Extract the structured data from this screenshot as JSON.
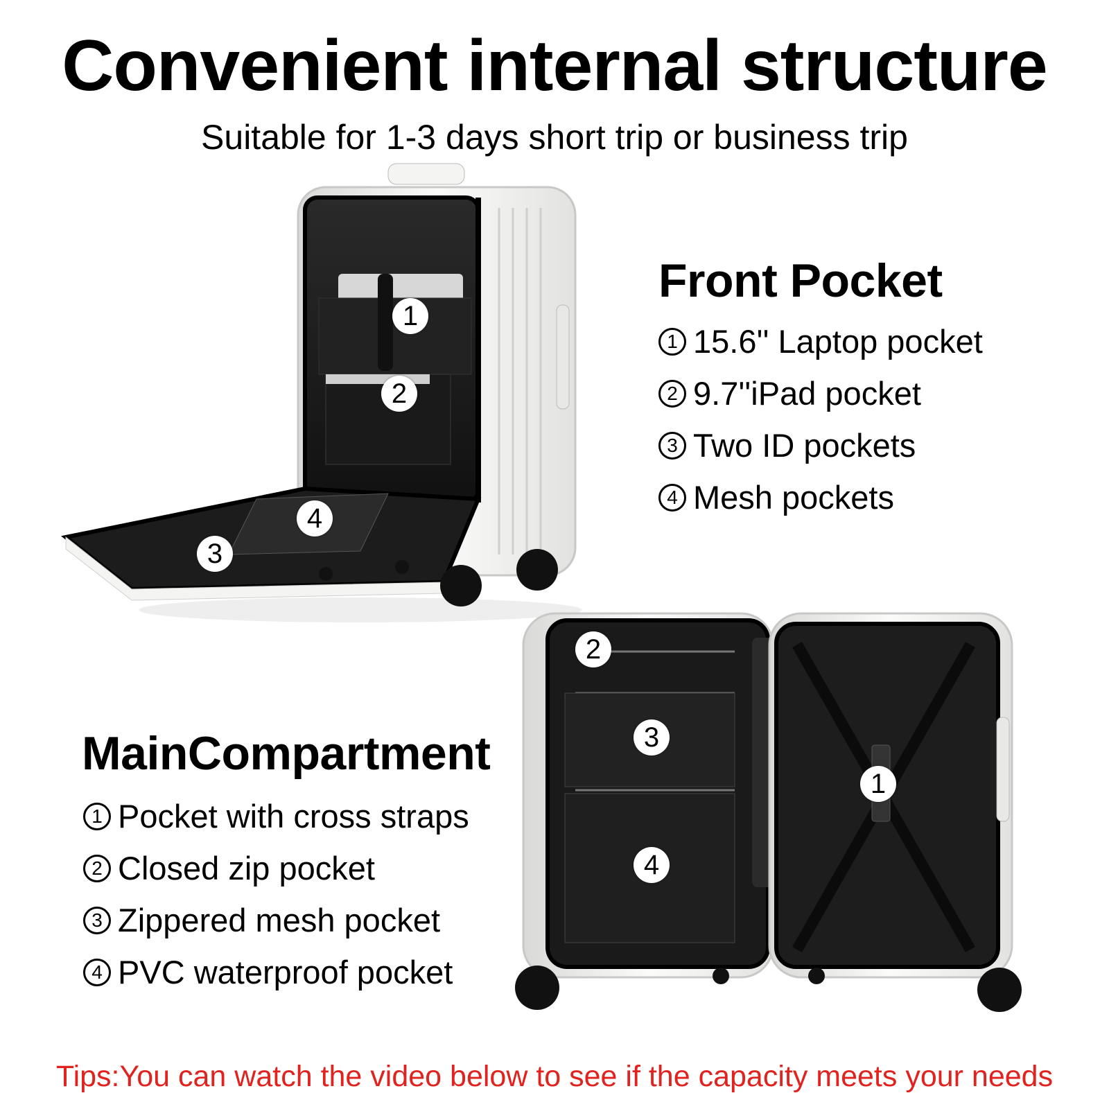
{
  "title": "Convenient internal structure",
  "subtitle": "Suitable for 1-3 days short trip or business trip",
  "front_pocket": {
    "heading": "Front Pocket",
    "items": [
      {
        "num": "1",
        "label": "15.6'' Laptop pocket"
      },
      {
        "num": "2",
        "label": "9.7''iPad pocket"
      },
      {
        "num": "3",
        "label": "Two ID pockets"
      },
      {
        "num": "4",
        "label": "Mesh pockets"
      }
    ]
  },
  "main_compartment": {
    "heading": "MainCompartment",
    "items": [
      {
        "num": "1",
        "label": "Pocket with cross straps"
      },
      {
        "num": "2",
        "label": "Closed zip pocket"
      },
      {
        "num": "3",
        "label": "Zippered mesh pocket"
      },
      {
        "num": "4",
        "label": "PVC waterproof pocket"
      }
    ]
  },
  "photo_markers": {
    "front": [
      "1",
      "2",
      "3",
      "4"
    ],
    "main": [
      "1",
      "2",
      "3",
      "4"
    ]
  },
  "tips": "Tips:You can watch the video below to see if the capacity meets your needs",
  "colors": {
    "tips": "#e0231f",
    "shell": "#f2f2f0",
    "lining": "#1b1b1b"
  }
}
